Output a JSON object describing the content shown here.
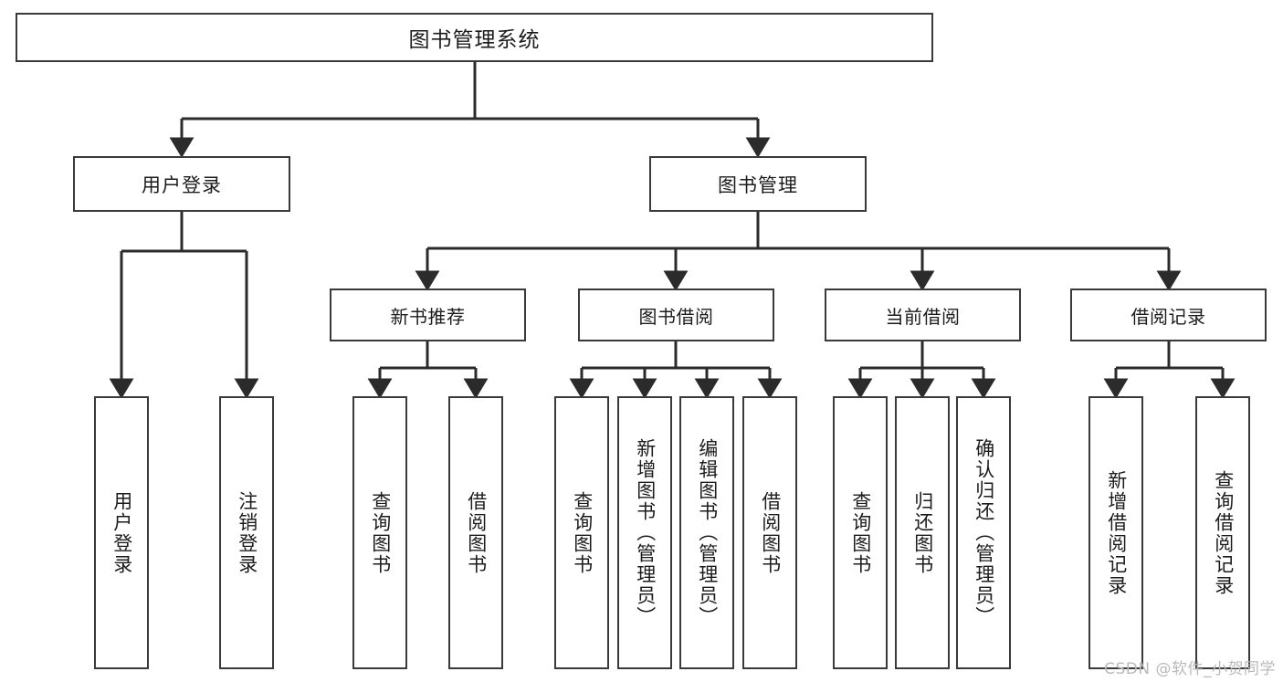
{
  "diagram": {
    "type": "tree",
    "title": "图书管理系统",
    "watermark": "CSDN @软件_小贺同学",
    "colors": {
      "box_border": "#3a3a3a",
      "box_fill": "#ffffff",
      "edge": "#2b2b2b",
      "text": "#1c1c1c",
      "watermark": "#b9b9b9"
    },
    "root": {
      "label": "图书管理系统"
    },
    "level1": [
      {
        "label": "用户登录"
      },
      {
        "label": "图书管理"
      }
    ],
    "level2": [
      {
        "label": "新书推荐"
      },
      {
        "label": "图书借阅"
      },
      {
        "label": "当前借阅"
      },
      {
        "label": "借阅记录"
      }
    ],
    "leaves": {
      "user_login": [
        {
          "label": "用户登录"
        },
        {
          "label": "注销登录"
        }
      ],
      "new_book": [
        {
          "label": "查询图书"
        },
        {
          "label": "借阅图书"
        }
      ],
      "book_borrow": [
        {
          "label": "查询图书"
        },
        {
          "label": "新增图书（管理员）"
        },
        {
          "label": "编辑图书（管理员）"
        },
        {
          "label": "借阅图书"
        }
      ],
      "current_borrow": [
        {
          "label": "查询图书"
        },
        {
          "label": "归还图书"
        },
        {
          "label": "确认归还（管理员）"
        }
      ],
      "borrow_record": [
        {
          "label": "新增借阅记录"
        },
        {
          "label": "查询借阅记录"
        }
      ]
    }
  }
}
